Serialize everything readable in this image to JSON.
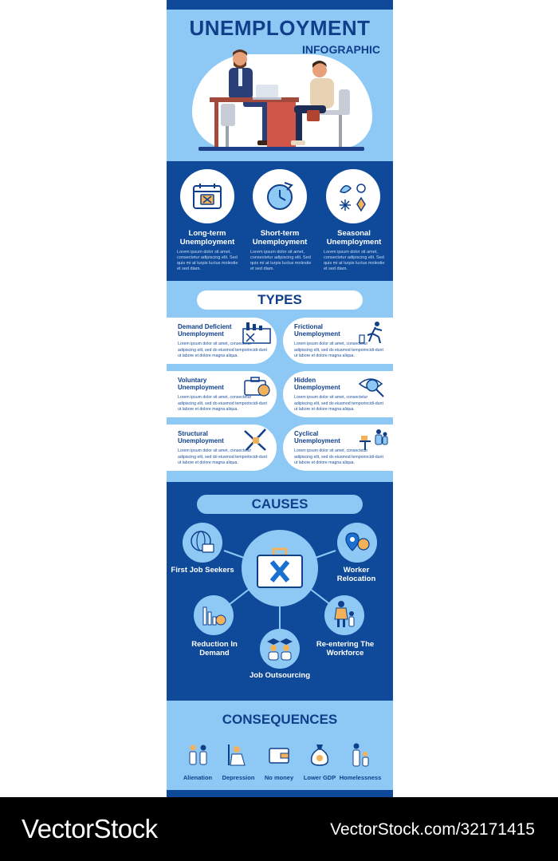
{
  "header": {
    "title": "UNEMPLOYMENT",
    "subtitle": "INFOGRAPHIC"
  },
  "kinds": [
    {
      "title": "Long-term Unemployment",
      "text": "Lorem ipsum dolor sit amet, consectetur adipiscing elit. Sed quis mi at turpis luctus molestie et sed diam.",
      "icon": "calendar-briefcase-icon"
    },
    {
      "title": "Short-term Unemployment",
      "text": "Lorem ipsum dolor sit amet, consectetur adipiscing elit. Sed quis mi at turpis luctus molestie et sed diam.",
      "icon": "clock-arrow-icon"
    },
    {
      "title": "Seasonal Unemployment",
      "text": "Lorem ipsum dolor sit amet, consectetur adipiscing elit. Sed quis mi at turpis luctus molestie et sed diam.",
      "icon": "seasons-icon"
    }
  ],
  "types": {
    "heading": "TYPES",
    "items": [
      {
        "title": "Demand Deficient Unemployment",
        "text": "Lorem ipsum dolor sit amet, consectetur adipiscing elit, sed do eiusmod temporincidi-dunt ut labore et dolore magna aliqua.",
        "icon": "factory-icon"
      },
      {
        "title": "Frictional Unemployment",
        "text": "Lorem ipsum dolor sit amet, consectetur adipiscing elit, sed do eiusmod temporincidi-dunt ut labore et dolore magna aliqua.",
        "icon": "running-person-icon"
      },
      {
        "title": "Voluntary Unemployment",
        "text": "Lorem ipsum dolor sit amet, consectetur adipiscing elit, sed do eiusmod temporincidi-dunt ut labore et dolore magna aliqua.",
        "icon": "briefcase-thumbs-down-icon"
      },
      {
        "title": "Hidden Unemployment",
        "text": "Lorem ipsum dolor sit amet, consectetur adipiscing elit, sed do eiusmod temporincidi-dunt ut labore et dolore magna aliqua.",
        "icon": "eye-magnifier-icon"
      },
      {
        "title": "Structural Unemployment",
        "text": "Lorem ipsum dolor sit amet, consectetur adipiscing elit, sed do eiusmod temporincidi-dunt ut labore et dolore magna aliqua.",
        "icon": "crossed-tools-icon"
      },
      {
        "title": "Cyclical Unemployment",
        "text": "Lorem ipsum dolor sit amet, consectetur adipiscing elit, sed do eiusmod temporincidi-dunt ut labore et dolore magna aliqua.",
        "icon": "people-scale-icon"
      }
    ]
  },
  "causes": {
    "heading": "CAUSES",
    "center_icon": "briefcase-x-icon",
    "items": [
      {
        "label": "First Job Seekers",
        "icon": "globe-briefcase-icon"
      },
      {
        "label": "Worker Relocation",
        "icon": "location-globe-icon"
      },
      {
        "label": "Reduction In Demand",
        "icon": "falling-chart-icon"
      },
      {
        "label": "Re-entering The Workforce",
        "icon": "parent-child-icon"
      },
      {
        "label": "Job Outsourcing",
        "icon": "graduates-icon"
      }
    ]
  },
  "consequences": {
    "heading": "CONSEQUENCES",
    "items": [
      {
        "label": "Alienation",
        "icon": "alienation-icon"
      },
      {
        "label": "Depression",
        "icon": "depression-icon"
      },
      {
        "label": "No money",
        "icon": "wallet-icon"
      },
      {
        "label": "Lower GDP",
        "icon": "money-bag-icon"
      },
      {
        "label": "Homelessness",
        "icon": "homeless-family-icon"
      }
    ]
  },
  "watermark": {
    "brand": "VectorStock",
    "url": "VectorStock.com/32171415"
  },
  "colors": {
    "navy": "#0f4a9a",
    "light_blue": "#8ec9f6",
    "white": "#ffffff",
    "dark_text": "#0f3f8a"
  }
}
